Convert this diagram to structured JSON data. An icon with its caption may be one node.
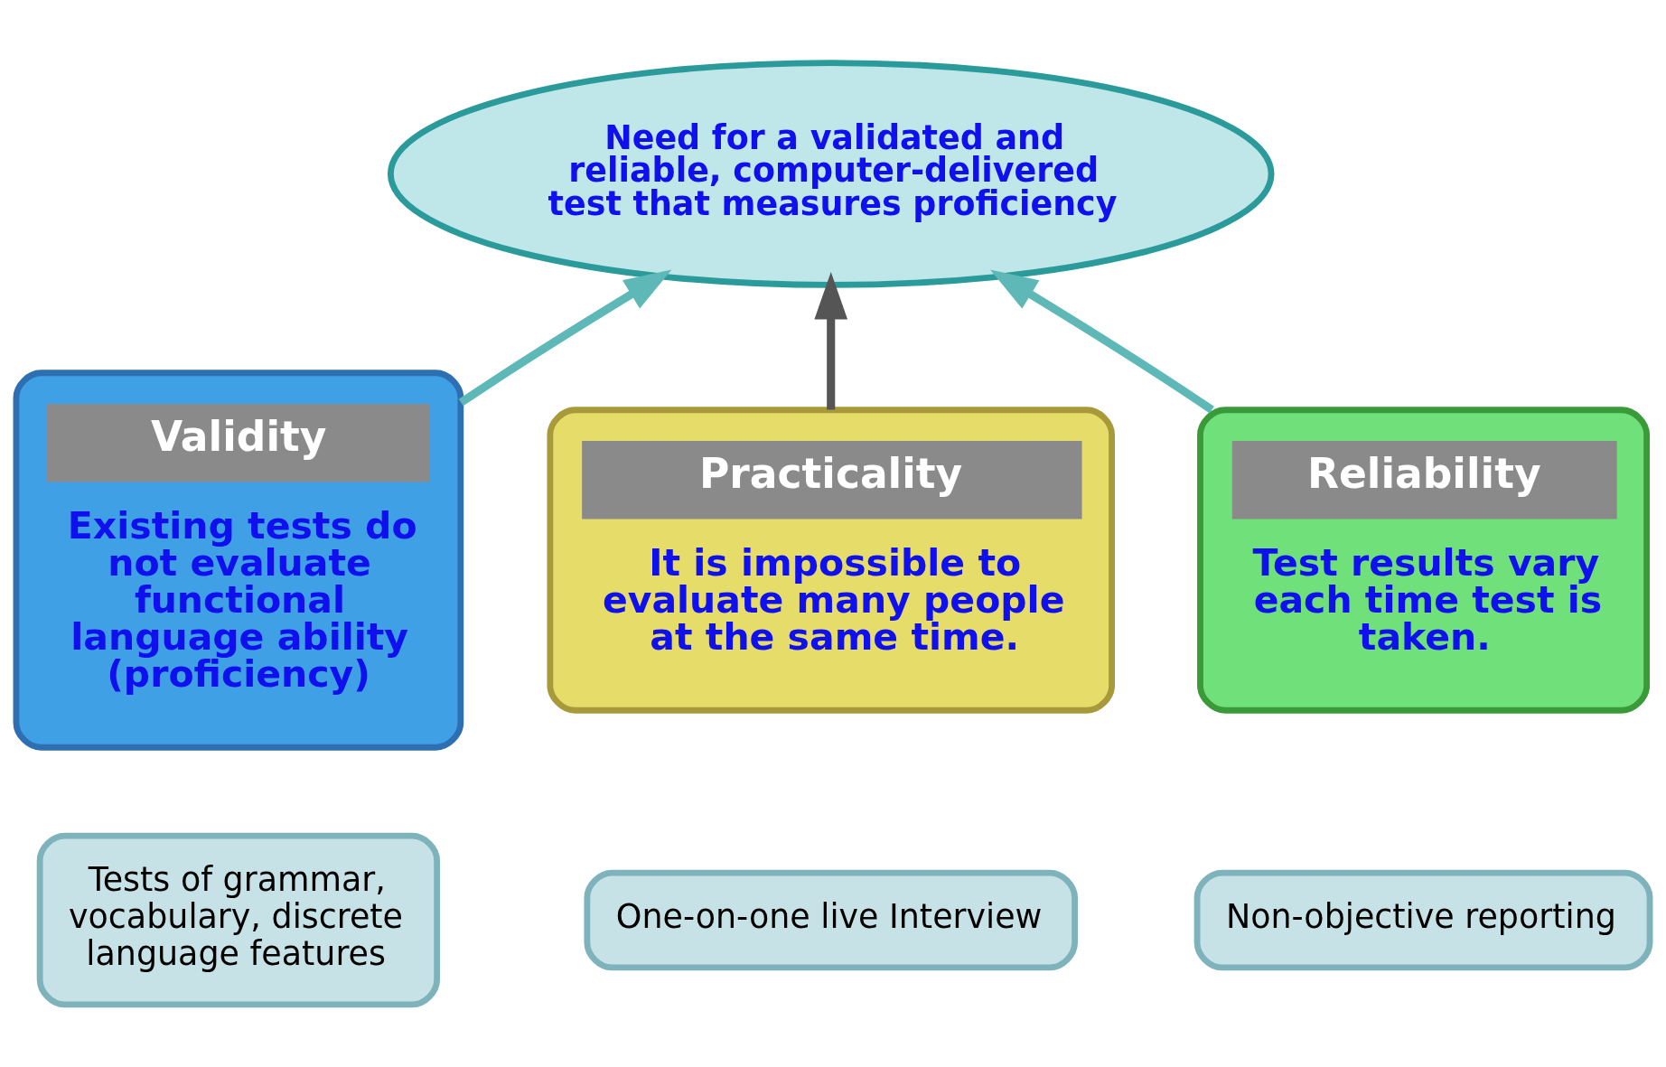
{
  "diagram": {
    "nodes": [
      {
        "text": [
          "Need for a validated and reliable, computer-delivered test that measures proficiency"
        ]
      },
      {
        "text": [
          "Validity",
          "Existing tests do not evaluate functional language ability (proficiency)"
        ]
      },
      {
        "text": [
          "Tests of grammar, vocabulary, discrete language features"
        ]
      },
      {
        "text": [
          "Practicality",
          "It is impossible to evaluate many people at the same time."
        ]
      },
      {
        "text": [
          "One-on-one live Interview"
        ]
      },
      {
        "text": [
          "Reliability",
          "Test results vary each time test is taken."
        ]
      },
      {
        "text": [
          "Non-objective reporting"
        ]
      }
    ],
    "edges": [
      {
        "from": 1,
        "to": 0,
        "arrow": "to"
      },
      {
        "from": 3,
        "to": 0,
        "arrow": "to",
        "color": "#555555"
      },
      {
        "from": 5,
        "to": 0,
        "arrow": "to"
      }
    ]
  }
}
